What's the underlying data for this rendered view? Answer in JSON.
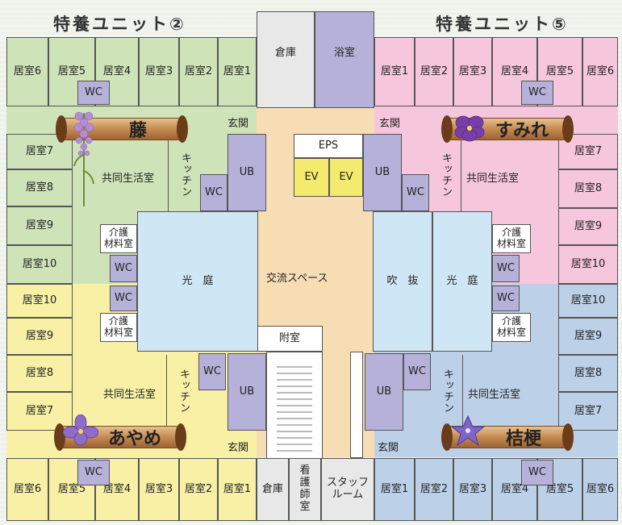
{
  "units": {
    "top_left": "特養ユニット②",
    "top_right": "特養ユニット⑤",
    "circled_note": "②"
  },
  "signs": {
    "fuji": "藤",
    "sumire": "すみれ",
    "ayame": "あやめ",
    "kikyo": "桔梗"
  },
  "rooms": {
    "r1": "居室1",
    "r2": "居室2",
    "r3": "居室3",
    "r4": "居室4",
    "r5": "居室5",
    "r6": "居室6",
    "r7": "居室7",
    "r8": "居室8",
    "r9": "居室9",
    "r10": "居室10"
  },
  "labels": {
    "wc": "WC",
    "ub": "UB",
    "ev": "EV",
    "eps": "EPS",
    "storage": "倉庫",
    "bath": "浴室",
    "entrance": "玄関",
    "kitchen": "キッチン",
    "common_living": "共同生活室",
    "care_supply": "介護\n材料室",
    "courtyard": "光　庭",
    "atrium": "吹　抜",
    "exchange_space": "交流スペース",
    "annex": "附室",
    "nurse_room": "看\n護\n師\n室",
    "staff_room": "スタッフ\nルーム"
  },
  "colors": {
    "green_unit": "#cfe3b8",
    "pink_unit": "#f6c6dc",
    "yellow_unit": "#f8f0a4",
    "blue_unit": "#bcd0e8",
    "courtyard": "#cfe6f4",
    "wet_area": "#b6b1d8",
    "core": "#f7ddb3",
    "elevator": "#f3ea6e"
  },
  "icons": {
    "fuji": "wisteria-flower-icon",
    "sumire": "violet-flower-icon",
    "ayame": "iris-flower-icon",
    "kikyo": "balloon-flower-icon"
  }
}
